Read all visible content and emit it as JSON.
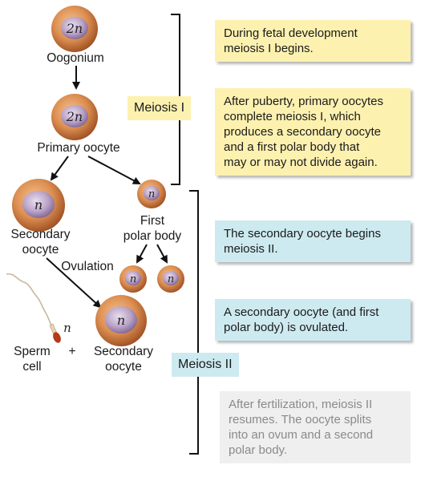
{
  "colors": {
    "cell_outer": "#d8884c",
    "cell_nucleus": "#b9a2c6",
    "callout_yellow": "#fdf1b0",
    "callout_blue": "#cdeaf0",
    "callout_gray": "#efefef"
  },
  "cells": {
    "oogonium": {
      "ploidy": "2n",
      "label": "Oogonium"
    },
    "primary_oocyte": {
      "ploidy": "2n",
      "label": "Primary oocyte"
    },
    "secondary_oocyte": {
      "ploidy": "n",
      "label_line1": "Secondary",
      "label_line2": "oocyte"
    },
    "first_polar_body": {
      "ploidy": "n",
      "label_line1": "First",
      "label_line2": "polar body"
    },
    "polar_body_a": {
      "ploidy": "n"
    },
    "polar_body_b": {
      "ploidy": "n"
    },
    "ovulated_secondary_oocyte": {
      "ploidy": "n",
      "label_line1": "Secondary",
      "label_line2": "oocyte"
    },
    "sperm": {
      "ploidy": "n",
      "label_line1": "Sperm",
      "label_line2": "cell"
    }
  },
  "plus_sign": "+",
  "ovulation_label": "Ovulation",
  "phase_tags": {
    "meiosis_1": "Meiosis I",
    "meiosis_2": "Meiosis II"
  },
  "callouts": [
    {
      "line1": "During fetal development",
      "line2": "meiosis I begins."
    },
    {
      "line1": "After puberty, primary oocytes",
      "line2": "complete meiosis I, which",
      "line3": "produces a secondary oocyte",
      "line4": "and a first polar body that",
      "line5": "may or may not divide again."
    },
    {
      "line1": "The secondary oocyte begins",
      "line2": "meiosis II."
    },
    {
      "line1": "A secondary oocyte (and first",
      "line2": "polar body) is ovulated."
    },
    {
      "line1": "After fertilization, meiosis II",
      "line2": "resumes. The oocyte splits",
      "line3": "into an ovum and a second",
      "line4": "polar body."
    }
  ]
}
